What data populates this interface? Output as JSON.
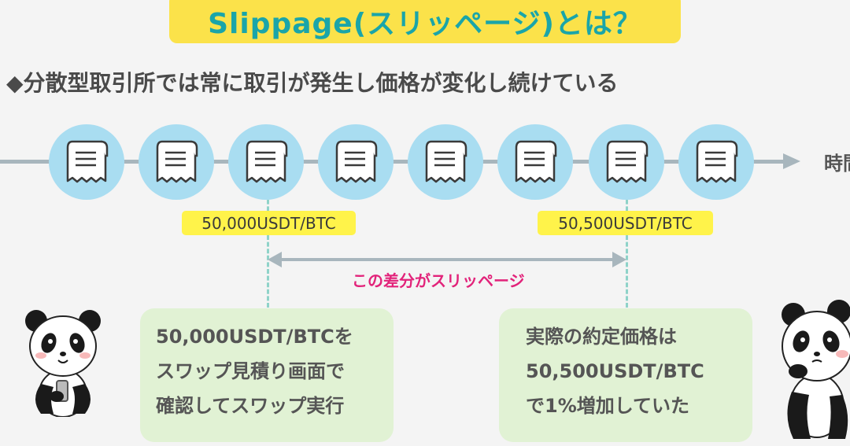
{
  "title": "Slippage(スリッページ)とは？",
  "subtitle": "◆分散型取引所では常に取引が発生し価格が変化し続けている",
  "timeline": {
    "end_label": "時間",
    "receipt_count": 8
  },
  "price_tags": {
    "start": "50,000USDT/BTC",
    "end": "50,500USDT/BTC"
  },
  "difference_label": "この差分がスリッページ",
  "left_note": [
    "50,000USDT/BTCを",
    "スワップ見積り画面で",
    "確認してスワップ実行"
  ],
  "right_note": [
    "実際の約定価格は",
    "50,500USDT/BTC",
    "で1%増加していた"
  ],
  "colors": {
    "title_bg": "#fbe24a",
    "title_text": "#1aa5a9",
    "receipt_circle": "#a9ddf1",
    "price_tag_bg": "#fff34a",
    "note_bg": "#e1f2d4",
    "difference_text": "#e2237a",
    "timeline": "#a8b6bd",
    "dashed": "#8fd3c9"
  },
  "icons": [
    "receipt-icon",
    "panda-with-phone",
    "panda-thinking"
  ]
}
